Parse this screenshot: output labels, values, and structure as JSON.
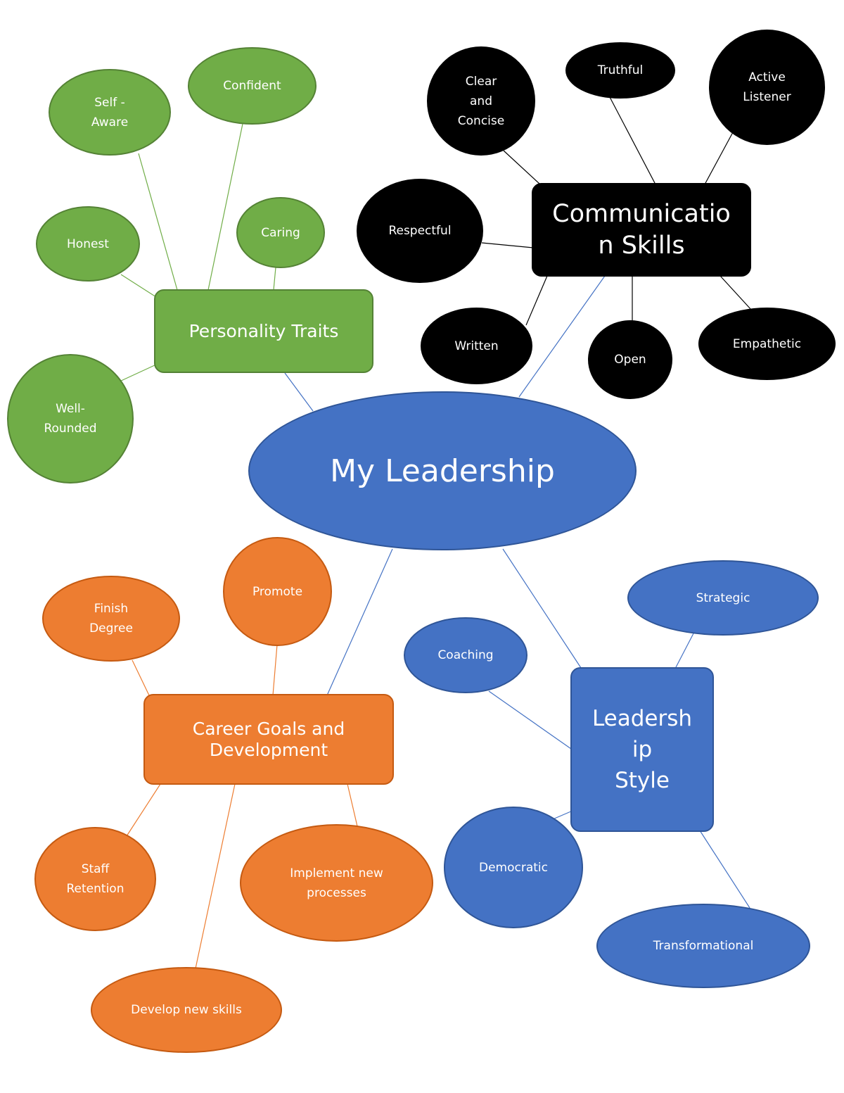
{
  "center": {
    "label": "My Leadership",
    "color": "#4472c4"
  },
  "branches": {
    "personality": {
      "label": "Personality Traits",
      "color": "#70ad47",
      "items": [
        "Self -\nAware",
        "Confident",
        "Honest",
        "Caring",
        "Well-\nRounded"
      ]
    },
    "communication": {
      "label": "Communicatio\nn Skills",
      "color": "#000000",
      "items": [
        "Clear\nand\nConcise",
        "Truthful",
        "Active\nListener",
        "Respectful",
        "Written",
        "Open",
        "Empathetic"
      ]
    },
    "career": {
      "label": "Career Goals and\nDevelopment",
      "color": "#ed7d31",
      "items": [
        "Finish\nDegree",
        "Promote",
        "Staff\nRetention",
        "Implement new\nprocesses",
        "Develop new skills"
      ]
    },
    "style": {
      "label": "Leadersh\nip\nStyle",
      "color": "#4472c4",
      "items": [
        "Strategic",
        "Coaching",
        "Democratic",
        "Transformational"
      ]
    }
  }
}
